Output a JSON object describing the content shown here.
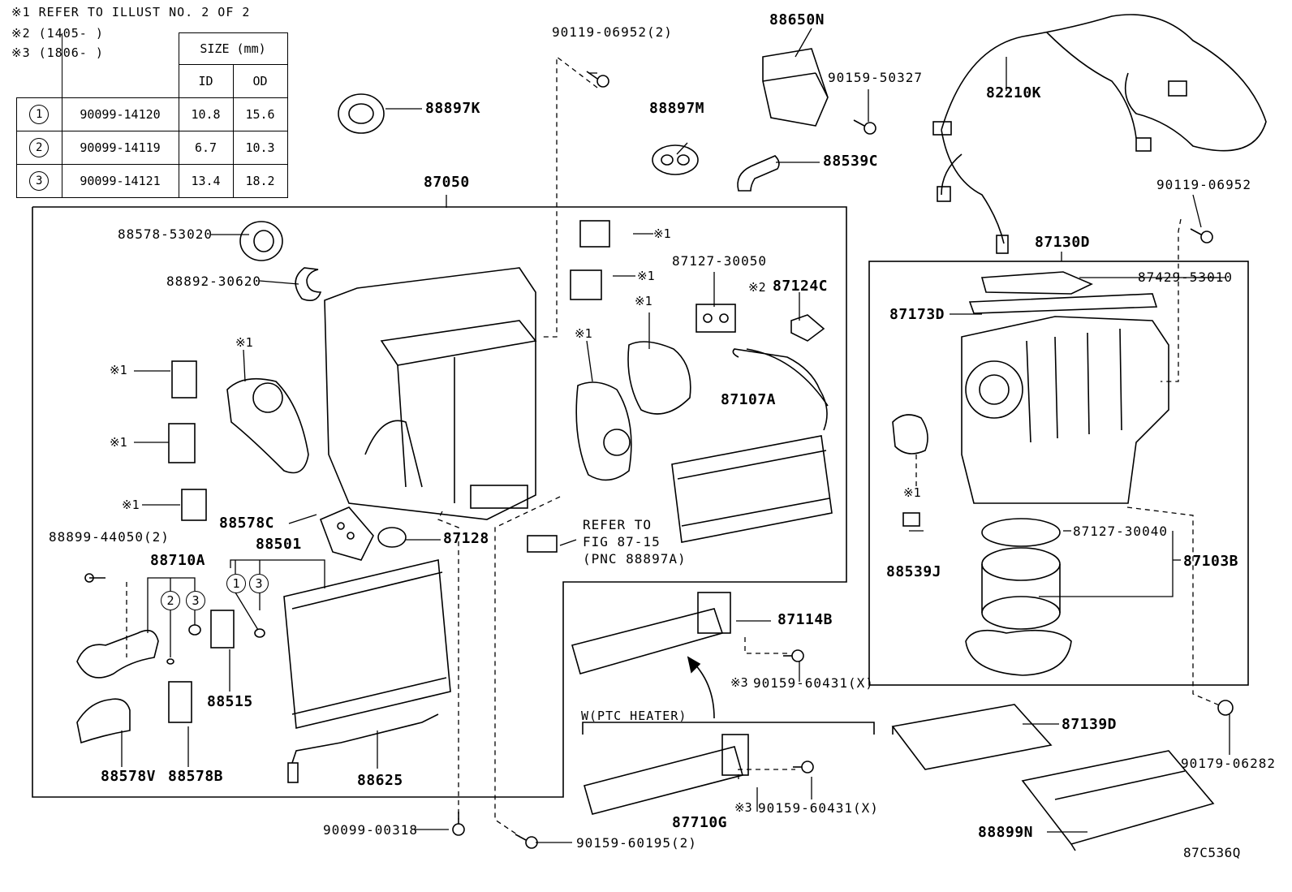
{
  "notes": {
    "n1": "※1 REFER TO ILLUST NO. 2 OF 2",
    "n2": "※2 (1405-      )",
    "n3": "※3 (1806-      )"
  },
  "size_table": {
    "header": "SIZE (mm)",
    "col_id": "ID",
    "col_od": "OD",
    "rows": [
      {
        "no": "1",
        "part": "90099-14120",
        "id": "10.8",
        "od": "15.6"
      },
      {
        "no": "2",
        "part": "90099-14119",
        "id": "6.7",
        "od": "10.3"
      },
      {
        "no": "3",
        "part": "90099-14121",
        "id": "13.4",
        "od": "18.2"
      }
    ]
  },
  "labels": {
    "p90119_06952_2": "90119-06952(2)",
    "p88650N": "88650N",
    "p90159_50327": "90159-50327",
    "p82210K": "82210K",
    "p88897K": "88897K",
    "p88897M": "88897M",
    "p88539C": "88539C",
    "p87050": "87050",
    "p90119_06952": "90119-06952",
    "p88578_53020": "88578-53020",
    "p88892_30620": "88892-30620",
    "p87127_30050": "87127-30050",
    "p87124C": "87124C",
    "p87130D": "87130D",
    "p87429_53010": "87429-53010",
    "p87173D": "87173D",
    "p87107A": "87107A",
    "p88578C": "88578C",
    "p87128": "87128",
    "p88501": "88501",
    "p88899_44050_2": "88899-44050(2)",
    "p88710A": "88710A",
    "p88515": "88515",
    "p88578V": "88578V",
    "p88578B": "88578B",
    "p88625": "88625",
    "p87114B": "87114B",
    "p90159_60431_a": "90159-60431(X)",
    "p90159_60431_b": "90159-60431(X)",
    "p87127_30040": "87127-30040",
    "p87103B": "87103B",
    "p88539J": "88539J",
    "p87139D": "87139D",
    "p90179_06282": "90179-06282",
    "p87710G": "87710G",
    "p88899N": "88899N",
    "p90099_00318": "90099-00318",
    "p90159_60195_2": "90159-60195(2)",
    "ptc": "W(PTC HEATER)",
    "mark1": "※1",
    "mark2": "※2",
    "mark3": "※3",
    "c1": "1",
    "c2": "2",
    "c3": "3",
    "fig_code": "87C536Q"
  },
  "refer": {
    "line1": "REFER TO",
    "line2": "FIG 87-15",
    "line3": "(PNC 88897A)"
  }
}
